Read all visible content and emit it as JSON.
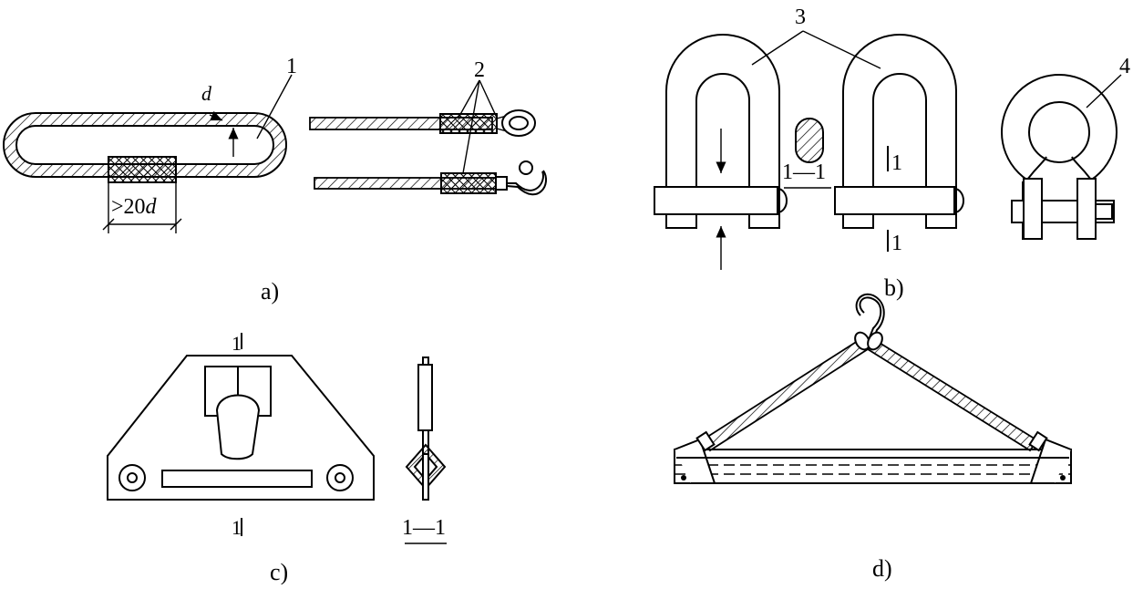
{
  "panels": {
    "a": {
      "caption": "a)",
      "callout_1": "1",
      "callout_2": "2",
      "dim_d": "d",
      "dim_len_prefix": ">20",
      "dim_len_var": "d"
    },
    "b": {
      "caption": "b)",
      "callout_3": "3",
      "callout_4": "4",
      "section_label": "1—1",
      "cut_mark_top": "1",
      "cut_mark_bottom": "1"
    },
    "c": {
      "caption": "c)",
      "cut_mark_top": "1",
      "cut_mark_bottom": "1",
      "section_label": "1—1"
    },
    "d": {
      "caption": "d)"
    }
  }
}
